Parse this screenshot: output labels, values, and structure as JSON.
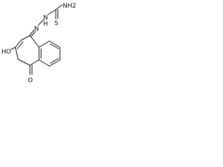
{
  "molecule": {
    "labels": {
      "thioamide_group": "NH2",
      "thione_sulfur": "S",
      "hydrazone_nh": "N",
      "hydrazone_h": "H",
      "imine_n": "N",
      "hydroxy_group": "HO",
      "ketone_oxygen": "O"
    }
  },
  "colors": {
    "background": "#ffffff",
    "bond": "#000000",
    "text": "#000000"
  }
}
